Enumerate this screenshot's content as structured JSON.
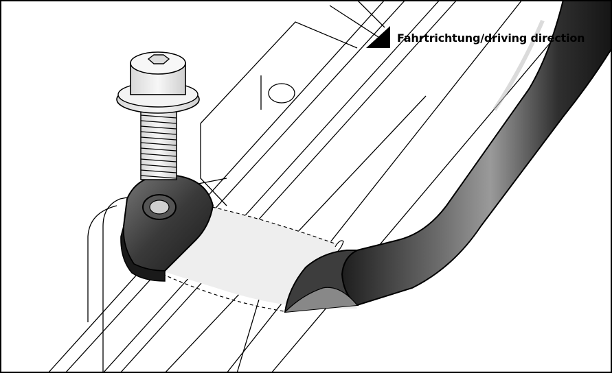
{
  "direction_label": "Fahrtrichtung/driving direction",
  "colors": {
    "line": "#000000",
    "background": "#ffffff",
    "metal_dark": "#2b2b2b",
    "metal_mid": "#5a5a5a",
    "metal_light": "#bdbdbd",
    "highlight_zone": "#eeeeee",
    "bolt_fill": "#ececec"
  },
  "parts": [
    "hex-socket-bolt",
    "ring-terminal-lug",
    "ground-cable",
    "mounting-rail",
    "frame-plate"
  ]
}
